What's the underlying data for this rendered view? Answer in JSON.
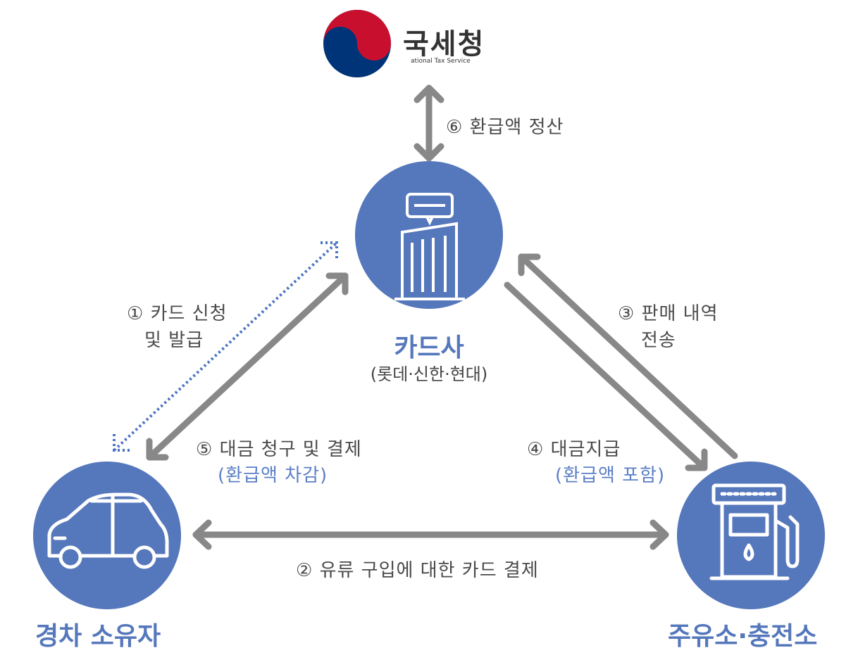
{
  "nts": {
    "name": "국세청",
    "subtitle": "ational Tax Service"
  },
  "nodes": {
    "card_company": {
      "title": "카드사",
      "subtitle": "(롯데·신한·현대)"
    },
    "car_owner": {
      "title": "경차 소유자"
    },
    "gas_station": {
      "title": "주유소·충전소"
    }
  },
  "steps": {
    "s1_line1": "① 카드 신청",
    "s1_line2": "및 발급",
    "s2": "② 유류 구입에 대한 카드 결제",
    "s3_line1": "③ 판매 내역",
    "s3_line2": "전송",
    "s4_line1": "④ 대금지급",
    "s4_line2": "(환급액 포함)",
    "s5_line1": "⑤ 대금 청구 및 결제",
    "s5_line2": "(환급액 차감)",
    "s6": "⑥ 환급액 정산"
  },
  "colors": {
    "node": "#5577bb",
    "arrow": "#888888",
    "dotted": "#4a73c4",
    "nts_red": "#c8102e",
    "nts_blue": "#003478"
  }
}
